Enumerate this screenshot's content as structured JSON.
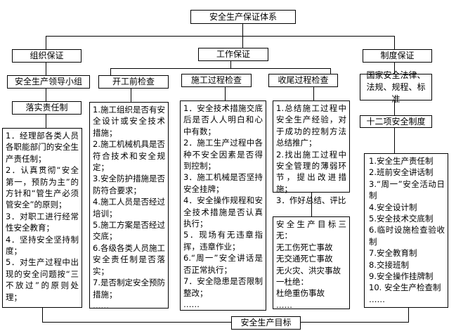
{
  "title": "安全生产保证体系",
  "branches": {
    "org": "组织保证",
    "work": "工作保证",
    "system": "制度保证"
  },
  "org": {
    "group": "安全生产领导小组",
    "responsibility": "落实责任制",
    "items": [
      "1．经理部各类人员各职能部门的安全生产责任制；",
      "2．认真贯彻“安全第一，预防为主”的方针和“管生产必须管安全”的原则；",
      "3．对职工进行经常性安全教育；",
      "4．坚持安全坚持制度；",
      "5．对生产过程中出现的安全问题按“三不放过”的原则处理；"
    ]
  },
  "work": {
    "pre": {
      "label": "开工前检查",
      "items": [
        "1.施工组织是否有安全设计或安全技术措施；",
        "2.施工机械机具是否符合技术和安全规定；",
        "3.安全防护措施是否防符合要求；",
        "4.施工人员是否经过培训；",
        "5.施工方案是否经过交底；",
        "6.各级各类人员施工安全责任制是否落实；",
        "7.是否制定安全预防措施；",
        "……"
      ]
    },
    "process": {
      "label": "施工过程检查",
      "items": [
        "1．安全技术措施交底后是否人人明白和心中有数；",
        "2．施工生产过程中各种不安全因素是否得到控制；",
        "3．施工机械是否坚持安全挂牌；",
        "4．安全操作规程和安全技术措施是否认真执行；",
        "5．现场有无违章指挥，违章作业；",
        "6.“周一”安全讲话是否正常执行；",
        "7．安全隐患是否限制整改；",
        "……"
      ]
    },
    "closing": {
      "label": "收尾过程检查",
      "items": [
        "1.总结施工过程中安全生产经验，对于成功的控制方法总结推广；",
        "2.找出施工过程中安全管理的薄弱环节，提出改进措施；",
        "3．作好总结、评比"
      ]
    },
    "goal_box": {
      "items": [
        "安全生产目标三无：",
        "无工伤死亡事故",
        "无交通死亡事故",
        "无火灾、洪灾事故",
        "一杜绝：",
        "杜绝重伤事故",
        "……"
      ]
    }
  },
  "system": {
    "laws": "国家安全法律、法规、规程、标准",
    "twelve": "十二项安全制度",
    "items": [
      "1.安全生产责任制",
      "2.班前安全讲话制",
      "3.“周一”安全活动日制",
      "4.安全设计制",
      "5.安全技术交底制",
      "6.临时设施检查验收制",
      "7.安全教育制",
      "8.交接班制",
      "9.安全操作挂牌制",
      "10. 安全生产检查制",
      "……"
    ]
  },
  "target": "安全生产目标"
}
